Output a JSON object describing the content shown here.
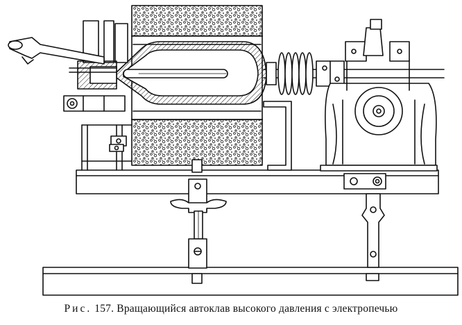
{
  "caption": {
    "label": "Рис.",
    "number": "157.",
    "text": "Вращающийся автоклав высокого давления с электропечью"
  },
  "colors": {
    "ink": "#111111",
    "paper": "#ffffff"
  }
}
